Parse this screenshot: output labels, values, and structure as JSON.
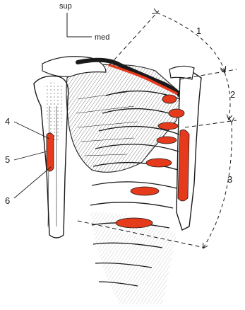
{
  "orientation": {
    "superior": "sup",
    "medial": "med"
  },
  "numbers": [
    "1",
    "2",
    "3",
    "4",
    "5",
    "6"
  ],
  "colors": {
    "ink": "#1a1a1a",
    "muscle": "#e63a1c",
    "bone": "#ffffff"
  }
}
